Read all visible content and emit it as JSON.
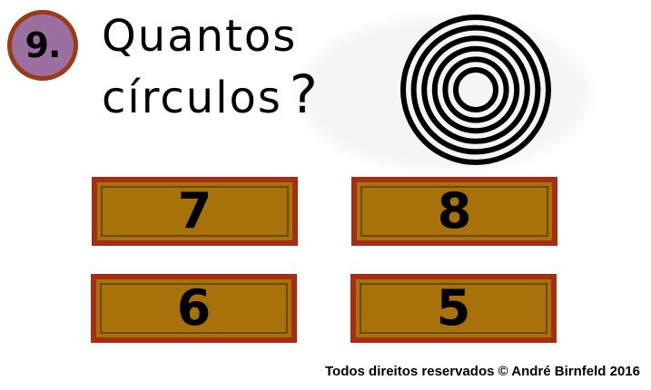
{
  "question_number": "9.",
  "question": {
    "line1": "Quantos",
    "line2": "círculos",
    "qmark": "?"
  },
  "figure": {
    "icon": "concentric-circles-icon",
    "ring_count": 6
  },
  "answers": [
    "7",
    "8",
    "6",
    "5"
  ],
  "footer": {
    "copyright": "Todos direitos reservados © André Birnfeld 2016"
  },
  "colors": {
    "badge_fill": "#9b6fa0",
    "badge_border": "#9c3a16",
    "answer_fill": "#a9710a",
    "answer_border": "#a52d12"
  }
}
